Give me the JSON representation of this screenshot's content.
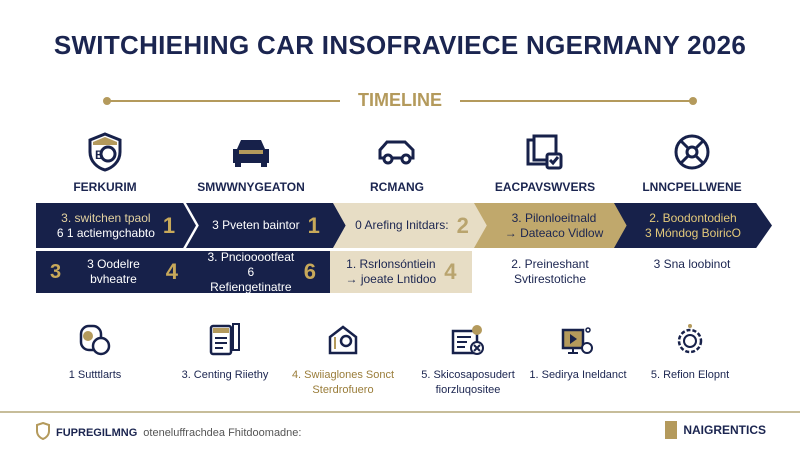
{
  "title": "SWITCHIEHING CAR INSOFRAVIECE NGERMANY 2026",
  "timeline_label": "TIMELINE",
  "colors": {
    "navy": "#17214a",
    "gold": "#c0a86c",
    "beige": "#e7ddc5",
    "accent": "#b49a5c"
  },
  "stages": [
    {
      "icon": "shield-icon",
      "label": "FERKURIM"
    },
    {
      "icon": "car-front-icon",
      "label": "SMWWNYGEATON"
    },
    {
      "icon": "car-side-icon",
      "label": "RCMANG"
    },
    {
      "icon": "documents-check-icon",
      "label": "EACPAVSWVERS"
    },
    {
      "icon": "compass-icon",
      "label": "LNNCPELLWENE"
    }
  ],
  "row1": [
    {
      "text1": "3. switchen tpaol",
      "text2": "6 1 actiemgchabto",
      "num": "1"
    },
    {
      "text1": "3 Pveten baintor",
      "text2": "",
      "num": "1"
    },
    {
      "text1": "0 Arefing Initdars:",
      "text2": "",
      "num": "2"
    },
    {
      "text1": "3. Pilonloeitnald",
      "text2": "→ Dateaco Vidlow",
      "num": ""
    },
    {
      "text1": "2. Boodontodieh",
      "text2": "3 Móndog BoiricO",
      "num": ""
    }
  ],
  "row2": [
    {
      "text1": "3 Oodelre bvheatre",
      "text2": "",
      "num": "4"
    },
    {
      "text1": "3. Pnciooootfeat",
      "text2": "6 Refiengetinatre",
      "num": "6"
    },
    {
      "text1": "1. Rsrlonsóntiein",
      "text2": "→ joeate Lntidoo",
      "num": "4"
    },
    {
      "text1": "2. Preineshant",
      "text2": "Svtirestotiche",
      "num": ""
    },
    {
      "text1": "3 Sna loobinot",
      "text2": "",
      "num": ""
    }
  ],
  "steps": [
    {
      "icon": "gauge-icon",
      "label": "1 Sutttlarts",
      "label2": ""
    },
    {
      "icon": "clipboard-icon",
      "label": "3. Centing Riiethy",
      "label2": ""
    },
    {
      "icon": "house-check-icon",
      "label": "4. Swiiaglones Sonct",
      "label2": "Sterdrofuero"
    },
    {
      "icon": "list-gear-icon",
      "label": "5. Skicosaposudert",
      "label2": "fiorzluqositee"
    },
    {
      "icon": "video-monitor-icon",
      "label": "1. Sedirya Ineldanct",
      "label2": ""
    },
    {
      "icon": "gear-icon",
      "label": "5. Refion Elopnt",
      "label2": ""
    }
  ],
  "footer": {
    "brand": "FUPREGILMNG",
    "text": "oteneluffrachdea Fhitdoomadne:",
    "logo": "NAIGRENTICS"
  }
}
